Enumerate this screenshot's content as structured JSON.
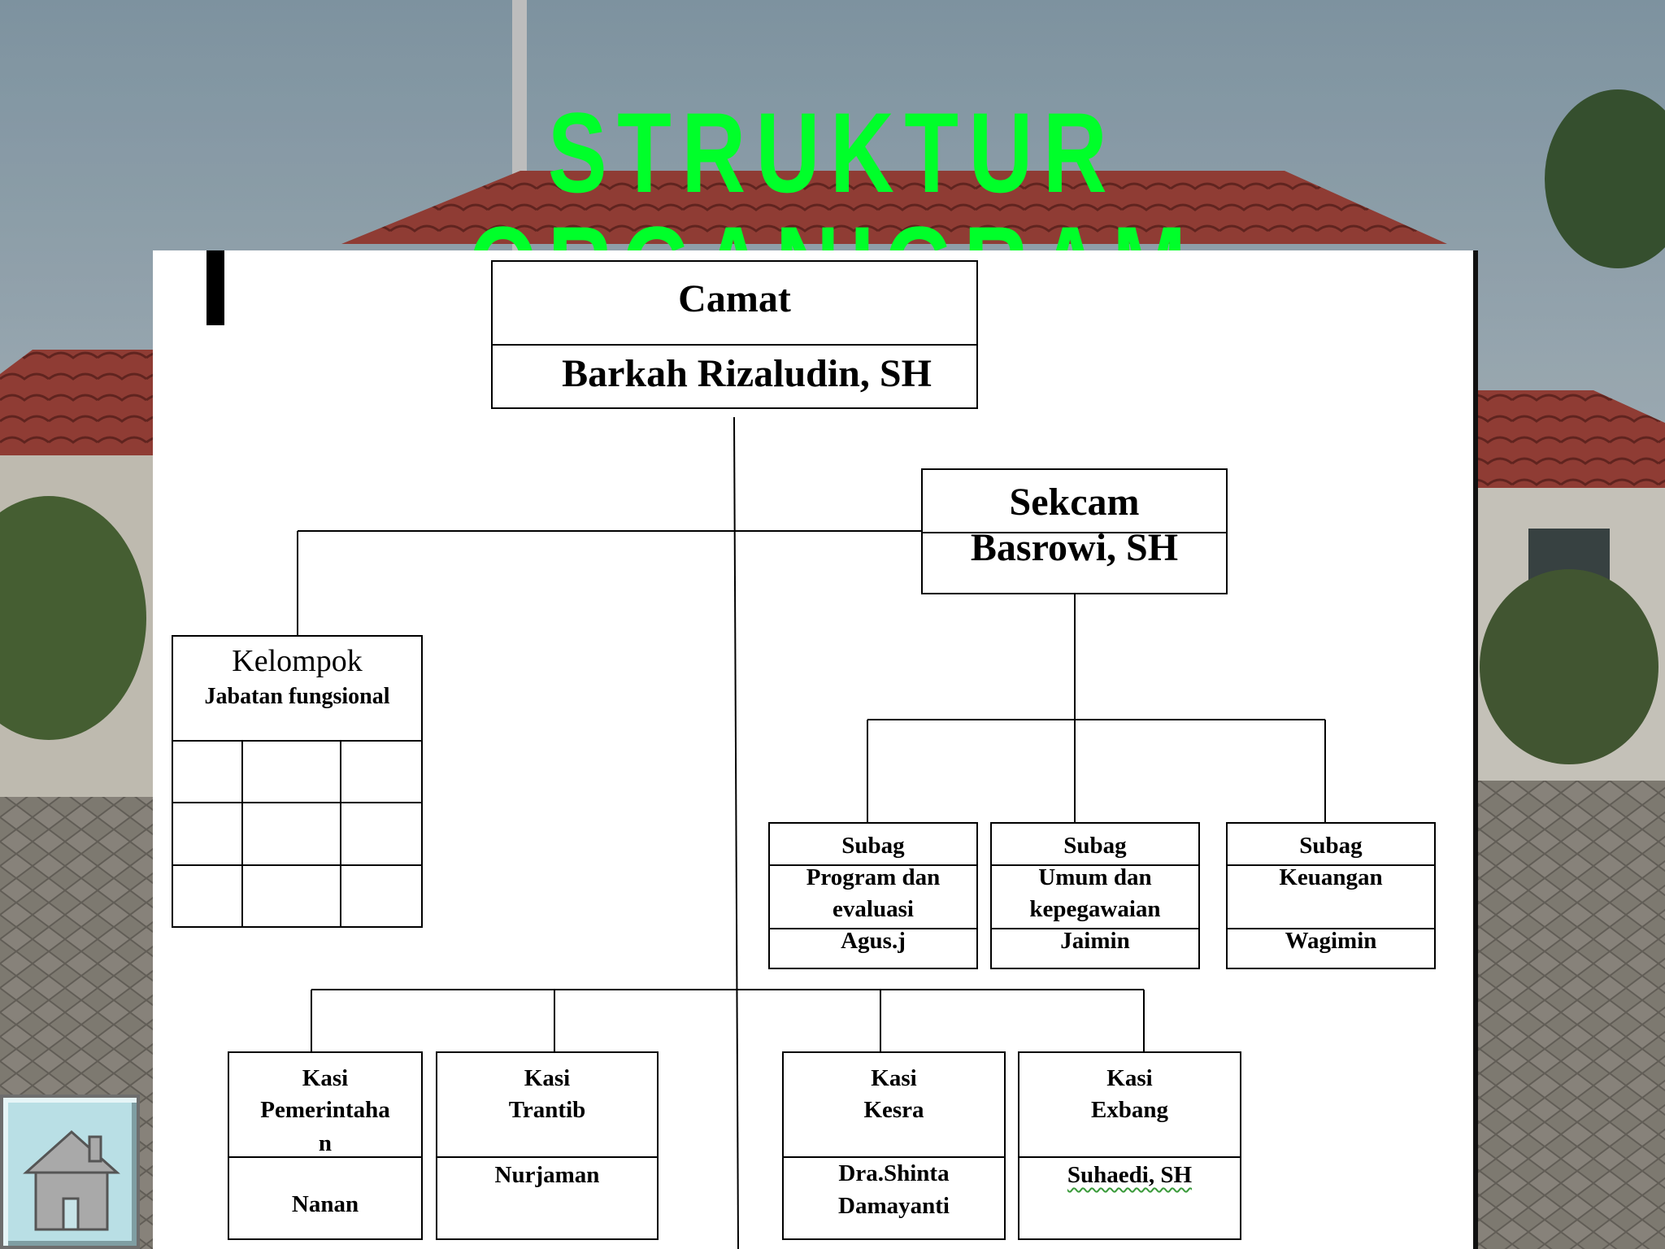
{
  "title": "STRUKTUR ORGANIGRAM",
  "nodes": {
    "camat": {
      "role": "Camat",
      "name": "Barkah Rizaludin, SH"
    },
    "sekcam": {
      "role": "Sekcam",
      "name": "Basrowi, SH"
    },
    "kelompok": {
      "line1": "Kelompok",
      "line2": "Jabatan fungsional"
    },
    "subag_program": {
      "title": "Subag",
      "unit1": "Program dan",
      "unit2": "evaluasi",
      "name": "Agus.j"
    },
    "subag_umum": {
      "title": "Subag",
      "unit1": "Umum dan",
      "unit2": "kepegawaian",
      "name": "Jaimin"
    },
    "subag_keuangan": {
      "title": "Subag",
      "unit1": "Keuangan",
      "name": "Wagimin"
    },
    "kasi_pemerintahan": {
      "title": "Kasi",
      "unit1": "Pemerintaha",
      "unit2": "n",
      "name": "Nanan"
    },
    "kasi_trantib": {
      "title": "Kasi",
      "unit1": "Trantib",
      "name": "Nurjaman"
    },
    "kasi_kesra": {
      "title": "Kasi",
      "unit1": "Kesra",
      "name1": "Dra.Shinta",
      "name2": "Damayanti"
    },
    "kasi_exbang": {
      "title": "Kasi",
      "unit1": "Exbang",
      "name": "Suhaedi, SH"
    }
  },
  "colors": {
    "title": "#00ff2a",
    "panel": "#ffffff",
    "home_button": "#b9dfe5"
  },
  "icons": {
    "home": "house-icon"
  }
}
